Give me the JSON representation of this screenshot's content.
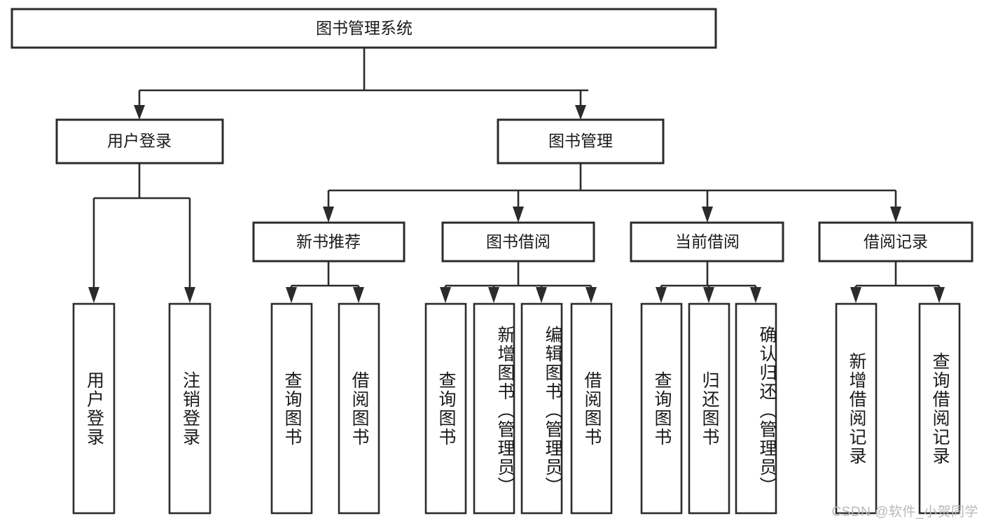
{
  "diagram": {
    "type": "hierarchy-tree",
    "title": "图书管理系统",
    "watermark": "CSDN @软件_小贺同学",
    "root": {
      "label": "图书管理系统"
    },
    "level2": [
      {
        "label": "用户登录"
      },
      {
        "label": "图书管理"
      }
    ],
    "level3": [
      {
        "label": "新书推荐",
        "parent": "图书管理"
      },
      {
        "label": "图书借阅",
        "parent": "图书管理"
      },
      {
        "label": "当前借阅",
        "parent": "图书管理"
      },
      {
        "label": "借阅记录",
        "parent": "图书管理"
      }
    ],
    "leaves": {
      "user_login": [
        {
          "label": "用户登录"
        },
        {
          "label": "注销登录"
        }
      ],
      "new_book": [
        {
          "label": "查询图书"
        },
        {
          "label": "借阅图书"
        }
      ],
      "book_borrow": [
        {
          "label": "查询图书"
        },
        {
          "label": "新增图书（管理员）"
        },
        {
          "label": "编辑图书（管理员）"
        },
        {
          "label": "借阅图书"
        }
      ],
      "current_borrow": [
        {
          "label": "查询图书"
        },
        {
          "label": "归还图书"
        },
        {
          "label": "确认归还（管理员）"
        }
      ],
      "borrow_record": [
        {
          "label": "新增借阅记录"
        },
        {
          "label": "查询借阅记录"
        }
      ]
    },
    "colors": {
      "stroke": "#2b2b2b",
      "fill": "#ffffff",
      "text": "#1a1a1a",
      "watermark": "#b9b9b9"
    }
  }
}
